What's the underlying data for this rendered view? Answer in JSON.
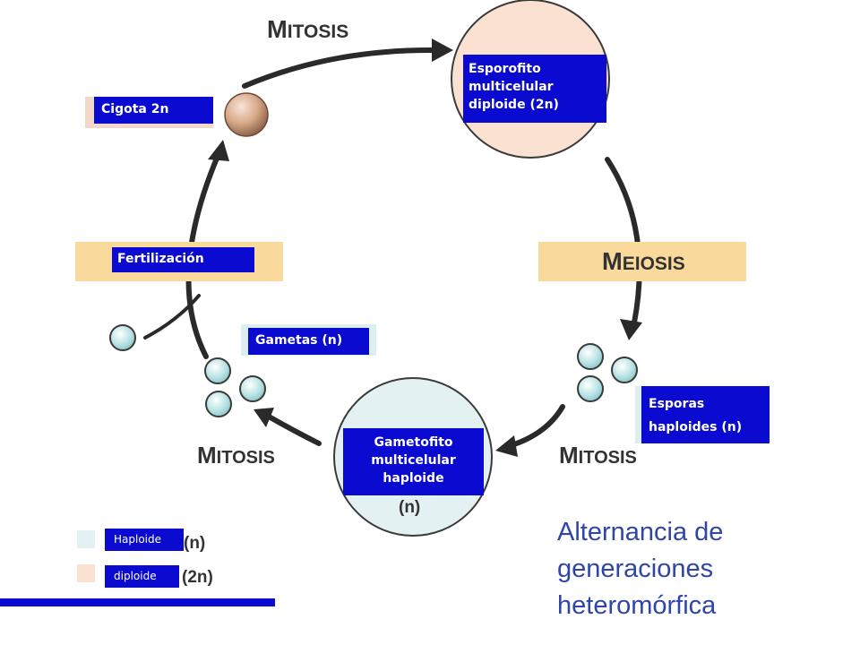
{
  "labels": {
    "mitosis_top": "MITOSIS",
    "meiosis": "MEIOSIS",
    "mitosis_left": "MITOSIS",
    "mitosis_right": "MITOSIS",
    "n": "(n)",
    "legend_n": "(n)",
    "legend_2n": "(2n)"
  },
  "boxes": {
    "sporophyte": [
      "Esporofito",
      "multicelular",
      "diploide (2n)"
    ],
    "zygote": "Cigota 2n",
    "fertilization": "Fertilización",
    "gametes": "Gametas (n)",
    "spores": [
      "Esporas",
      "haploides (n)"
    ],
    "gametophyte": [
      "Gametofito",
      "multicelular",
      "haploide"
    ]
  },
  "legend": {
    "haploid": "Haploide",
    "diploid": "diploide"
  },
  "title": "Alternancia de generaciones heteromórfica",
  "colors": {
    "label_bg": "#0a0ad0",
    "diploid": "#fbe1d2",
    "haploid": "#e3f1f2",
    "band": "#f9d99c",
    "title": "#2f45a8"
  }
}
